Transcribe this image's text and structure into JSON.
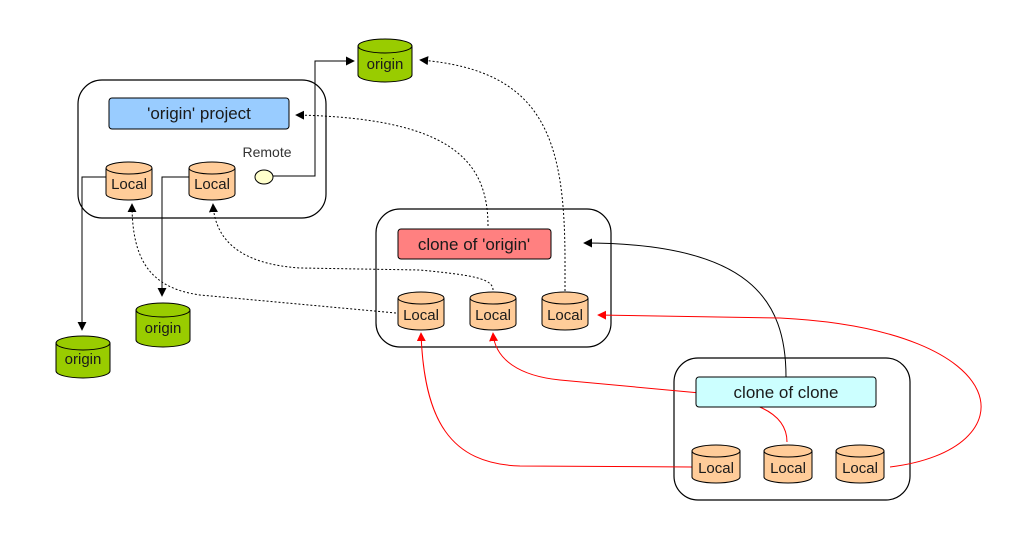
{
  "projects": {
    "origin_project": {
      "title": "'origin' project",
      "remote_label": "Remote"
    },
    "clone_of_origin": {
      "title": "clone of 'origin'"
    },
    "clone_of_clone": {
      "title": "clone of clone"
    }
  },
  "repos": {
    "local_label": "Local",
    "origin_label": "origin"
  },
  "colors": {
    "origin_title_fill": "#99ccff",
    "clone_title_fill": "#ff8080",
    "clone_of_clone_title_fill": "#ccffff",
    "local_fill": "#ffcc99",
    "origin_fill": "#99cc00",
    "remote_fill": "#ffffcc",
    "red_arrow": "#ff0000"
  }
}
